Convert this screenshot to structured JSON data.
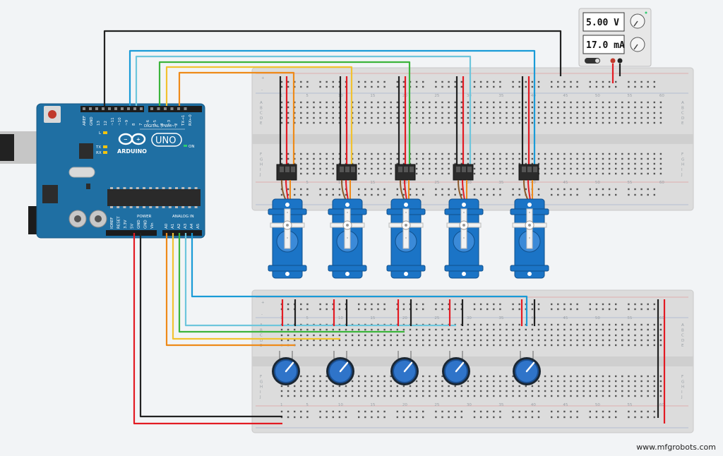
{
  "power_supply": {
    "voltage": "5.00 V",
    "current": "17.0 mA"
  },
  "arduino": {
    "brand": "ARDUINO",
    "model": "UNO",
    "digital_label": "DIGITAL (PWM~)",
    "power_label": "POWER",
    "analog_label": "ANALOG IN",
    "on_label": "ON",
    "l_label": "L",
    "tx_label": "TX",
    "rx_label": "RX",
    "digital_pins": [
      "AREF",
      "GND",
      "13",
      "12",
      "~11",
      "~10",
      "~9",
      "8",
      "7",
      "~6",
      "~5",
      "4",
      "~3",
      "2",
      "TX→1",
      "RX←0"
    ],
    "power_pins": [
      "IOREF",
      "RESET",
      "3.3V",
      "5V",
      "GND",
      "GND",
      "Vin"
    ],
    "analog_pins": [
      "A0",
      "A1",
      "A2",
      "A3",
      "A4",
      "A5"
    ]
  },
  "breadboard": {
    "column_numbers": [
      "1",
      "5",
      "10",
      "15",
      "20",
      "25",
      "30",
      "35",
      "40",
      "45",
      "50",
      "55",
      "60"
    ],
    "row_letters_top": [
      "A",
      "B",
      "C",
      "D",
      "E"
    ],
    "row_letters_bottom": [
      "F",
      "G",
      "H",
      "I",
      "J"
    ],
    "plus": "+",
    "minus": "-"
  },
  "components": {
    "servo_count": 5,
    "potentiometer_count": 5
  },
  "colors": {
    "breadboard": "#dcdcdc",
    "arduino": "#1f6fa3",
    "servo": "#1b74c6",
    "wire_black": "#222222",
    "wire_red": "#e31b23",
    "wire_blue": "#1a9bd7",
    "wire_lightblue": "#6ec6dc",
    "wire_green": "#3cb43c",
    "wire_yellow": "#f2c230",
    "wire_orange": "#ee8a19"
  },
  "watermark": "www.mfgrobots.com"
}
